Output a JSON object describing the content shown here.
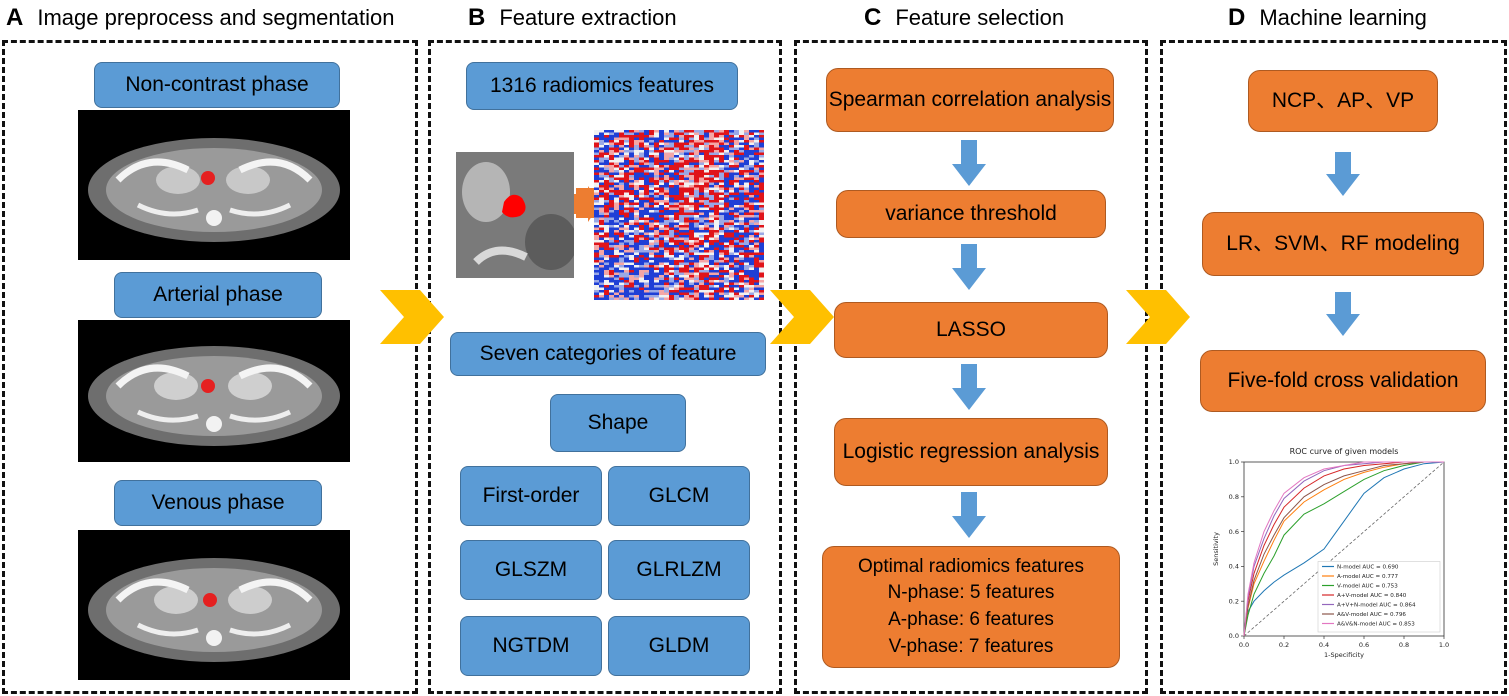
{
  "colors": {
    "blue_box": "#5b9bd5",
    "orange_box": "#ed7d31",
    "chevron": "#ffc000",
    "arrow": "#5b9bd5"
  },
  "panels": [
    {
      "letter": "A",
      "title": "Image preprocess and segmentation"
    },
    {
      "letter": "B",
      "title": "Feature extraction"
    },
    {
      "letter": "C",
      "title": "Feature selection"
    },
    {
      "letter": "D",
      "title": "Machine learning"
    }
  ],
  "panel_a": {
    "phases": [
      "Non-contrast phase",
      "Arterial phase",
      "Venous phase"
    ]
  },
  "panel_b": {
    "features_count": "1316 radiomics features",
    "categories_title": "Seven categories of feature",
    "categories": [
      "Shape",
      "First-order",
      "GLCM",
      "GLSZM",
      "GLRLZM",
      "NGTDM",
      "GLDM"
    ]
  },
  "panel_c": {
    "steps": [
      "Spearman correlation analysis",
      "variance threshold",
      "LASSO",
      "Logistic regression analysis"
    ],
    "result_title": "Optimal radiomics features",
    "result_lines": [
      "N-phase: 5 features",
      "A-phase: 6 features",
      "V-phase: 7 features"
    ]
  },
  "panel_d": {
    "phases": "NCP、AP、VP",
    "modeling": "LR、SVM、RF modeling",
    "validation": "Five-fold cross validation"
  },
  "chart_data": {
    "type": "line",
    "title": "ROC curve of given models",
    "xlabel": "1-Specificity",
    "ylabel": "Sensitivity",
    "xlim": [
      0,
      1
    ],
    "ylim": [
      0,
      1
    ],
    "xticks": [
      0.0,
      0.2,
      0.4,
      0.6,
      0.8,
      1.0
    ],
    "yticks": [
      0.0,
      0.2,
      0.4,
      0.6,
      0.8,
      1.0
    ],
    "legend_position": "lower-right",
    "diagonal": true,
    "series": [
      {
        "name": "N-model AUC = 0.690",
        "color": "#1f77b4",
        "x": [
          0,
          0.02,
          0.05,
          0.1,
          0.15,
          0.2,
          0.3,
          0.4,
          0.45,
          0.5,
          0.55,
          0.6,
          0.7,
          0.8,
          0.9,
          1
        ],
        "y": [
          0,
          0.14,
          0.2,
          0.26,
          0.31,
          0.35,
          0.42,
          0.5,
          0.58,
          0.66,
          0.74,
          0.82,
          0.91,
          0.96,
          0.99,
          1
        ]
      },
      {
        "name": "A-model AUC = 0.777",
        "color": "#ff7f0e",
        "x": [
          0,
          0.02,
          0.05,
          0.1,
          0.15,
          0.2,
          0.3,
          0.4,
          0.5,
          0.6,
          0.7,
          0.8,
          0.9,
          1
        ],
        "y": [
          0,
          0.16,
          0.3,
          0.43,
          0.55,
          0.66,
          0.77,
          0.84,
          0.9,
          0.94,
          0.97,
          0.99,
          1,
          1
        ]
      },
      {
        "name": "V-model AUC = 0.753",
        "color": "#2ca02c",
        "x": [
          0,
          0.02,
          0.05,
          0.1,
          0.15,
          0.2,
          0.3,
          0.4,
          0.5,
          0.6,
          0.7,
          0.8,
          0.9,
          1
        ],
        "y": [
          0,
          0.12,
          0.24,
          0.36,
          0.46,
          0.58,
          0.7,
          0.76,
          0.83,
          0.9,
          0.95,
          0.98,
          1,
          1
        ]
      },
      {
        "name": "A+V-model AUC = 0.840",
        "color": "#d62728",
        "x": [
          0,
          0.02,
          0.05,
          0.1,
          0.15,
          0.2,
          0.3,
          0.4,
          0.5,
          0.6,
          0.7,
          0.8,
          1
        ],
        "y": [
          0,
          0.2,
          0.36,
          0.52,
          0.64,
          0.74,
          0.85,
          0.92,
          0.96,
          0.98,
          0.99,
          1,
          1
        ]
      },
      {
        "name": "A+V+N-model AUC = 0.864",
        "color": "#9467bd",
        "x": [
          0,
          0.02,
          0.05,
          0.1,
          0.15,
          0.2,
          0.3,
          0.4,
          0.5,
          0.6,
          0.7,
          0.8,
          1
        ],
        "y": [
          0,
          0.22,
          0.4,
          0.56,
          0.69,
          0.79,
          0.89,
          0.95,
          0.98,
          0.99,
          1,
          1,
          1
        ]
      },
      {
        "name": "A&V-model AUC = 0.796",
        "color": "#8c564b",
        "x": [
          0,
          0.02,
          0.05,
          0.1,
          0.15,
          0.2,
          0.3,
          0.4,
          0.5,
          0.6,
          0.7,
          0.8,
          0.9,
          1
        ],
        "y": [
          0,
          0.17,
          0.32,
          0.47,
          0.58,
          0.68,
          0.8,
          0.87,
          0.92,
          0.95,
          0.98,
          0.99,
          1,
          1
        ]
      },
      {
        "name": "A&V&N-model AUC = 0.853",
        "color": "#e377c2",
        "x": [
          0,
          0.02,
          0.05,
          0.1,
          0.15,
          0.2,
          0.3,
          0.4,
          0.5,
          0.6,
          0.7,
          0.8,
          1
        ],
        "y": [
          0,
          0.24,
          0.42,
          0.6,
          0.72,
          0.82,
          0.91,
          0.96,
          0.98,
          1,
          1,
          1,
          1
        ]
      }
    ]
  }
}
